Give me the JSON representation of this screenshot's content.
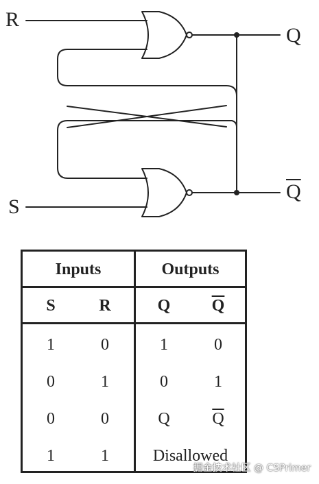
{
  "diagram": {
    "labels": {
      "r": "R",
      "s": "S",
      "q": "Q",
      "qbar": "Q"
    }
  },
  "table": {
    "groups": {
      "inputs": "Inputs",
      "outputs": "Outputs"
    },
    "headers": {
      "s": "S",
      "r": "R",
      "q": "Q",
      "qbar": "Q"
    },
    "rows": [
      {
        "s": "1",
        "r": "0",
        "q": "1",
        "qbar": "0"
      },
      {
        "s": "0",
        "r": "1",
        "q": "0",
        "qbar": "1"
      },
      {
        "s": "0",
        "r": "0",
        "q": "Q",
        "qbar": "Q"
      },
      {
        "s": "1",
        "r": "1",
        "outputs": "Disallowed"
      }
    ]
  },
  "watermark": "掘金技术社区 @ CSPrimer"
}
